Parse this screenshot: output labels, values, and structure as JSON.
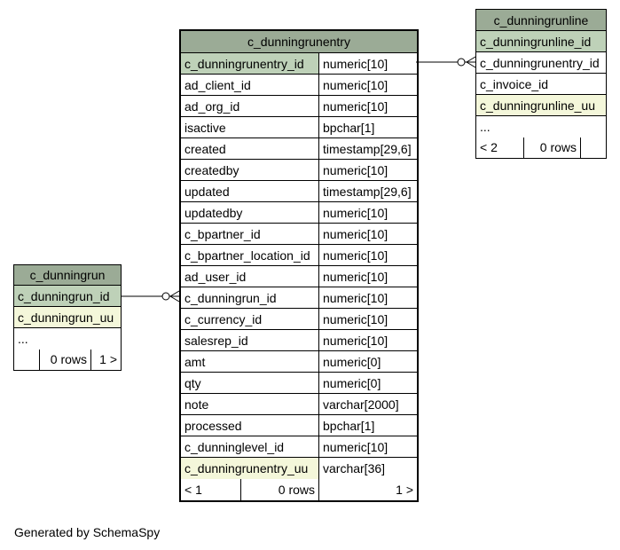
{
  "main_table": {
    "name": "c_dunningrunentry",
    "columns": [
      {
        "name": "c_dunningrunentry_id",
        "type": "numeric[10]",
        "style": "pk"
      },
      {
        "name": "ad_client_id",
        "type": "numeric[10]",
        "style": ""
      },
      {
        "name": "ad_org_id",
        "type": "numeric[10]",
        "style": ""
      },
      {
        "name": "isactive",
        "type": "bpchar[1]",
        "style": ""
      },
      {
        "name": "created",
        "type": "timestamp[29,6]",
        "style": ""
      },
      {
        "name": "createdby",
        "type": "numeric[10]",
        "style": ""
      },
      {
        "name": "updated",
        "type": "timestamp[29,6]",
        "style": ""
      },
      {
        "name": "updatedby",
        "type": "numeric[10]",
        "style": ""
      },
      {
        "name": "c_bpartner_id",
        "type": "numeric[10]",
        "style": ""
      },
      {
        "name": "c_bpartner_location_id",
        "type": "numeric[10]",
        "style": ""
      },
      {
        "name": "ad_user_id",
        "type": "numeric[10]",
        "style": ""
      },
      {
        "name": "c_dunningrun_id",
        "type": "numeric[10]",
        "style": ""
      },
      {
        "name": "c_currency_id",
        "type": "numeric[10]",
        "style": ""
      },
      {
        "name": "salesrep_id",
        "type": "numeric[10]",
        "style": ""
      },
      {
        "name": "amt",
        "type": "numeric[0]",
        "style": ""
      },
      {
        "name": "qty",
        "type": "numeric[0]",
        "style": ""
      },
      {
        "name": "note",
        "type": "varchar[2000]",
        "style": ""
      },
      {
        "name": "processed",
        "type": "bpchar[1]",
        "style": ""
      },
      {
        "name": "c_dunninglevel_id",
        "type": "numeric[10]",
        "style": ""
      },
      {
        "name": "c_dunningrunentry_uu",
        "type": "varchar[36]",
        "style": "uu"
      }
    ],
    "footer": {
      "parents": "< 1",
      "rows": "0 rows",
      "children": "1 >"
    }
  },
  "child_table": {
    "name": "c_dunningrunline",
    "columns": [
      {
        "name": "c_dunningrunline_id",
        "style": "pk"
      },
      {
        "name": "c_dunningrunentry_id",
        "style": ""
      },
      {
        "name": "c_invoice_id",
        "style": ""
      },
      {
        "name": "c_dunningrunline_uu",
        "style": "uu"
      },
      {
        "name": "...",
        "style": ""
      }
    ],
    "footer": {
      "parents": "< 2",
      "rows": "0 rows",
      "children": ""
    }
  },
  "parent_table": {
    "name": "c_dunningrun",
    "columns": [
      {
        "name": "c_dunningrun_id",
        "style": "pk"
      },
      {
        "name": "c_dunningrun_uu",
        "style": "uu"
      },
      {
        "name": "...",
        "style": ""
      }
    ],
    "footer": {
      "parents": "",
      "rows": "0 rows",
      "children": "1 >"
    }
  },
  "footer_text": "Generated by SchemaSpy"
}
